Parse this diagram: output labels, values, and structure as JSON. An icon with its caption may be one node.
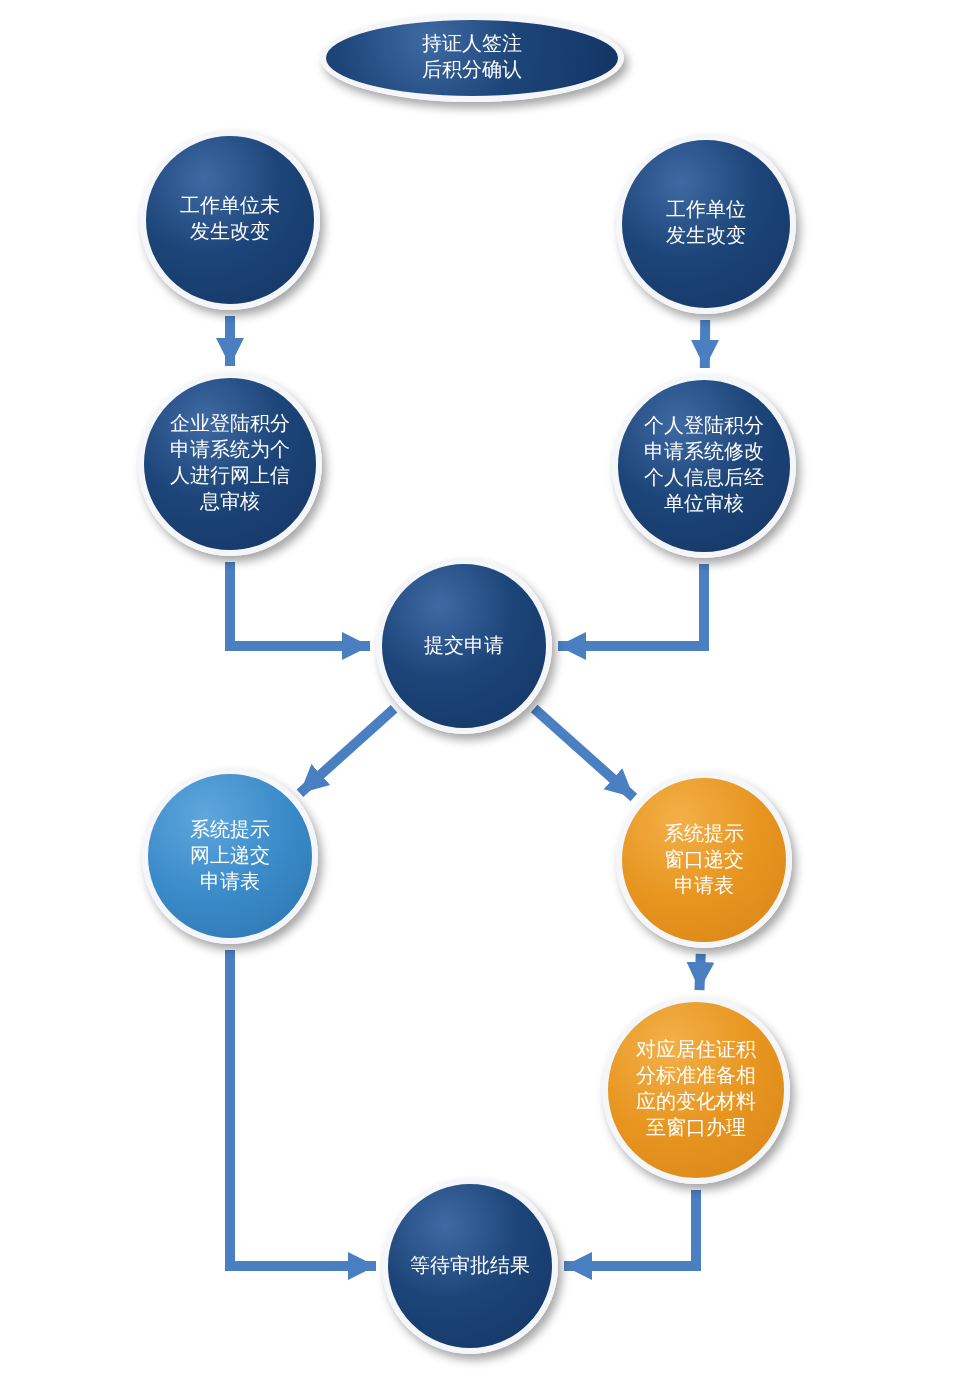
{
  "diagram": {
    "nodes": [
      {
        "text": [
          "持证人签注后积分确认"
        ]
      },
      {
        "text": [
          "工作单位未发生改变"
        ]
      },
      {
        "text": [
          "工作单位发生改变"
        ]
      },
      {
        "text": [
          "企业登陆积分申请系统为个人进行网上信息审核"
        ]
      },
      {
        "text": [
          "个人登陆积分申请系统修改个人信息后经单位审核"
        ]
      },
      {
        "text": [
          "提交申请"
        ]
      },
      {
        "text": [
          "系统提示网上递交申请表"
        ]
      },
      {
        "text": [
          "系统提示窗口递交申请表"
        ]
      },
      {
        "text": [
          "对应居住证积分标准准备相应的变化材料至窗口办理"
        ]
      },
      {
        "text": [
          "等待审批结果"
        ]
      }
    ],
    "edges": [
      {
        "from": 1,
        "to": 3,
        "arrow": "to"
      },
      {
        "from": 2,
        "to": 4,
        "arrow": "to"
      },
      {
        "from": 3,
        "to": 5,
        "arrow": "to"
      },
      {
        "from": 4,
        "to": 5,
        "arrow": "to"
      },
      {
        "from": 5,
        "to": 6,
        "arrow": "to"
      },
      {
        "from": 5,
        "to": 7,
        "arrow": "to"
      },
      {
        "from": 7,
        "to": 8,
        "arrow": "to"
      },
      {
        "from": 6,
        "to": 9,
        "arrow": "to"
      },
      {
        "from": 8,
        "to": 9,
        "arrow": "to"
      }
    ]
  }
}
